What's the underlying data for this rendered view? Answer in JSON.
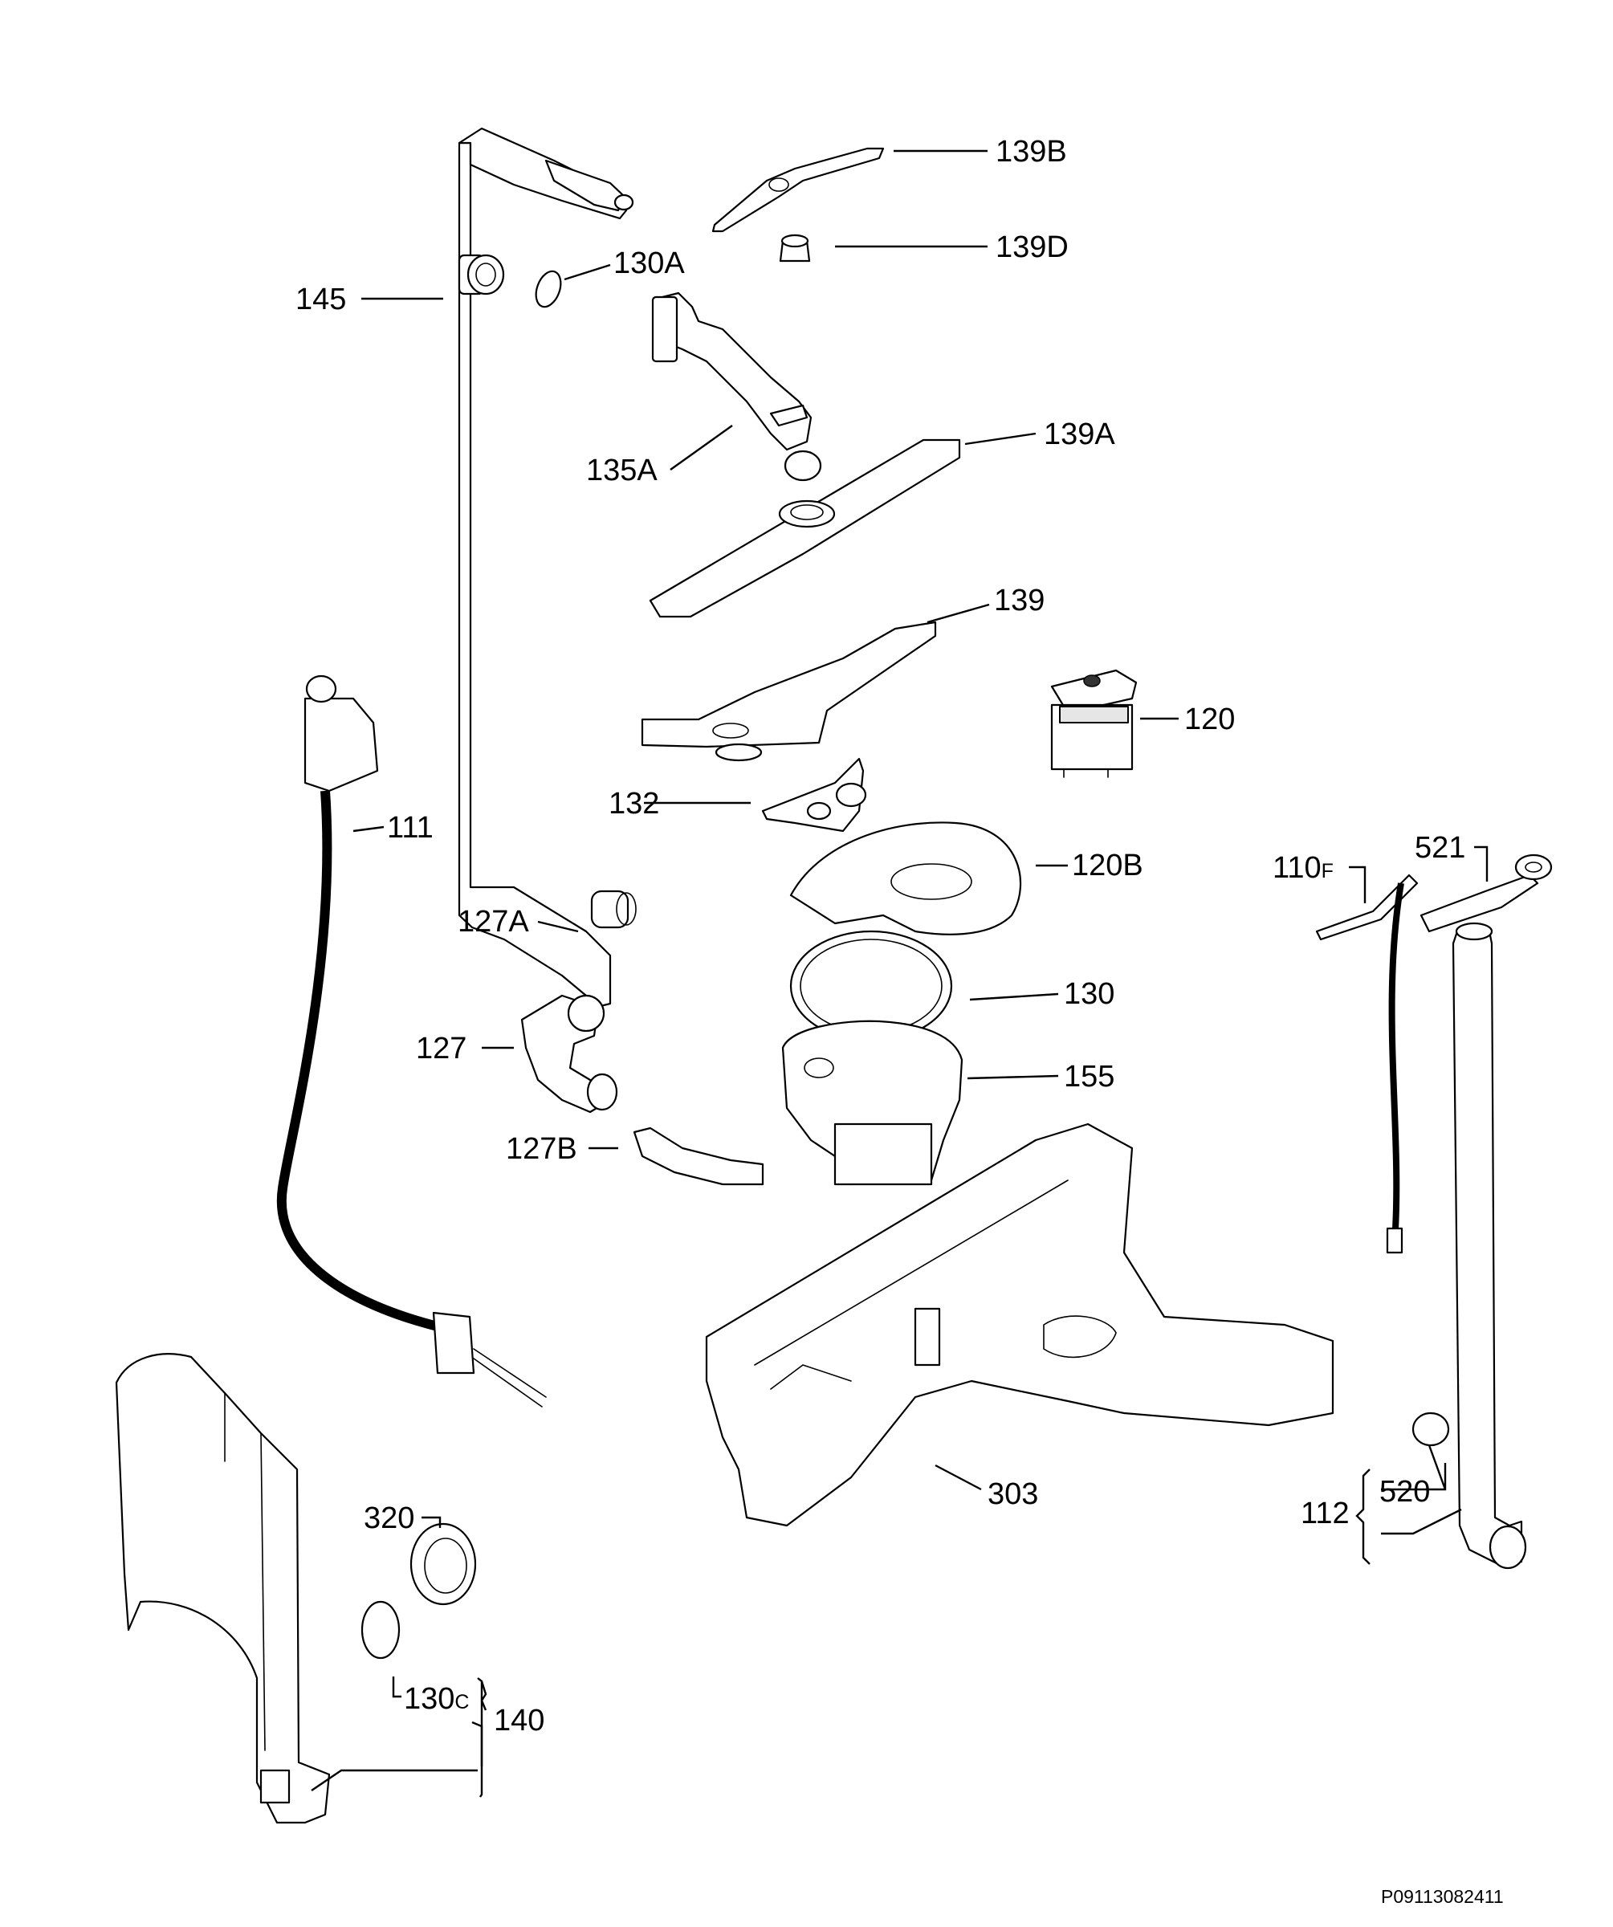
{
  "diagram": {
    "reference_code": "P09113082411",
    "labels": {
      "l145": "145",
      "l130A": "130A",
      "l139B": "139B",
      "l139D": "139D",
      "l135A": "135A",
      "l139A": "139A",
      "l139": "139",
      "l120": "120",
      "l111": "111",
      "l132": "132",
      "l120B": "120B",
      "l127A": "127A",
      "l130": "130",
      "l127": "127",
      "l155": "155",
      "l127B": "127B",
      "l110F_main": "110",
      "l110F_suffix": "F",
      "l521": "521",
      "l303": "303",
      "l320": "320",
      "l130C_main": "130",
      "l130C_suffix": "C",
      "l140": "140",
      "l112": "112",
      "l520": "520"
    }
  }
}
